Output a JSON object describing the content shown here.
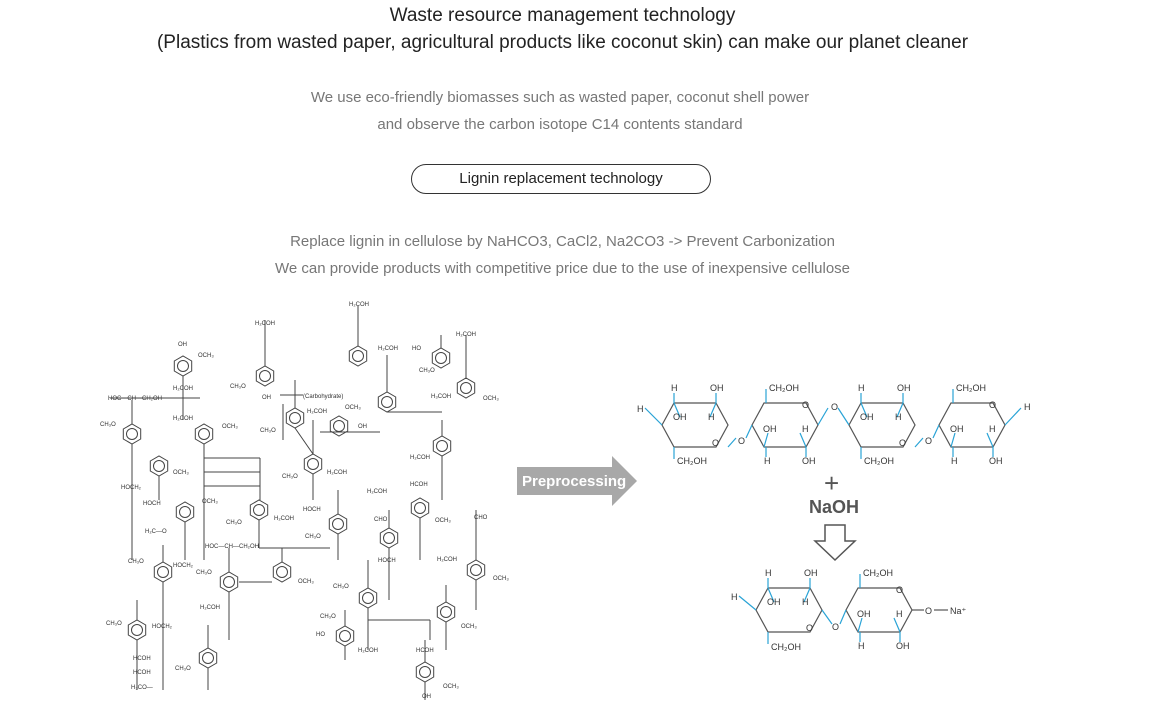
{
  "header": {
    "title_line1": "Waste resource management technology",
    "title_line2": "(Plastics from wasted paper, agricultural products like coconut skin) can make our planet cleaner"
  },
  "intro": {
    "line1": "We use eco-friendly biomasses such as wasted paper, coconut shell power",
    "line2": "and observe the carbon isotope C14 contents standard"
  },
  "pill_button": {
    "label": "Lignin replacement technology"
  },
  "description": {
    "line1": "Replace lignin in cellulose by NaHCO3, CaCl2, Na2CO3 -> Prevent Carbonization",
    "line2": "We can provide products with competitive price due to the use of inexpensive cellulose"
  },
  "diagram": {
    "arrow_label": "Preprocessing",
    "reagent": "NaOH",
    "plus": "+",
    "lignin_label": "(Carbohydrate)",
    "colors": {
      "arrow": "#a8a8a8",
      "bond_highlight": "#29a3d6",
      "ring": "#555555"
    },
    "cellulose": {
      "H": "H",
      "OH": "OH",
      "O": "O",
      "CH2OH": "CH₂OH",
      "Na": "Na⁺"
    }
  }
}
